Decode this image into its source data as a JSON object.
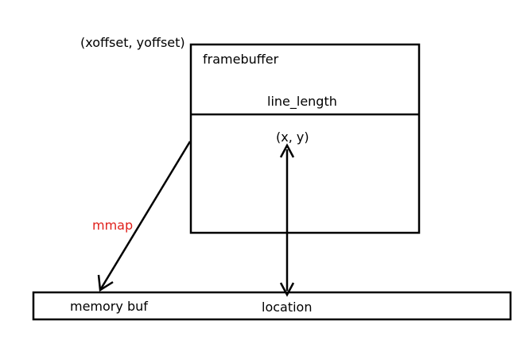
{
  "labels": {
    "origin": "(xoffset, yoffset)",
    "framebuffer": "framebuffer",
    "line_length": "line_length",
    "point": "(x, y)",
    "mmap": "mmap",
    "memory_buf": "memory buf",
    "location": "location"
  },
  "colors": {
    "mmap": "#e0201b",
    "stroke": "#000000"
  }
}
